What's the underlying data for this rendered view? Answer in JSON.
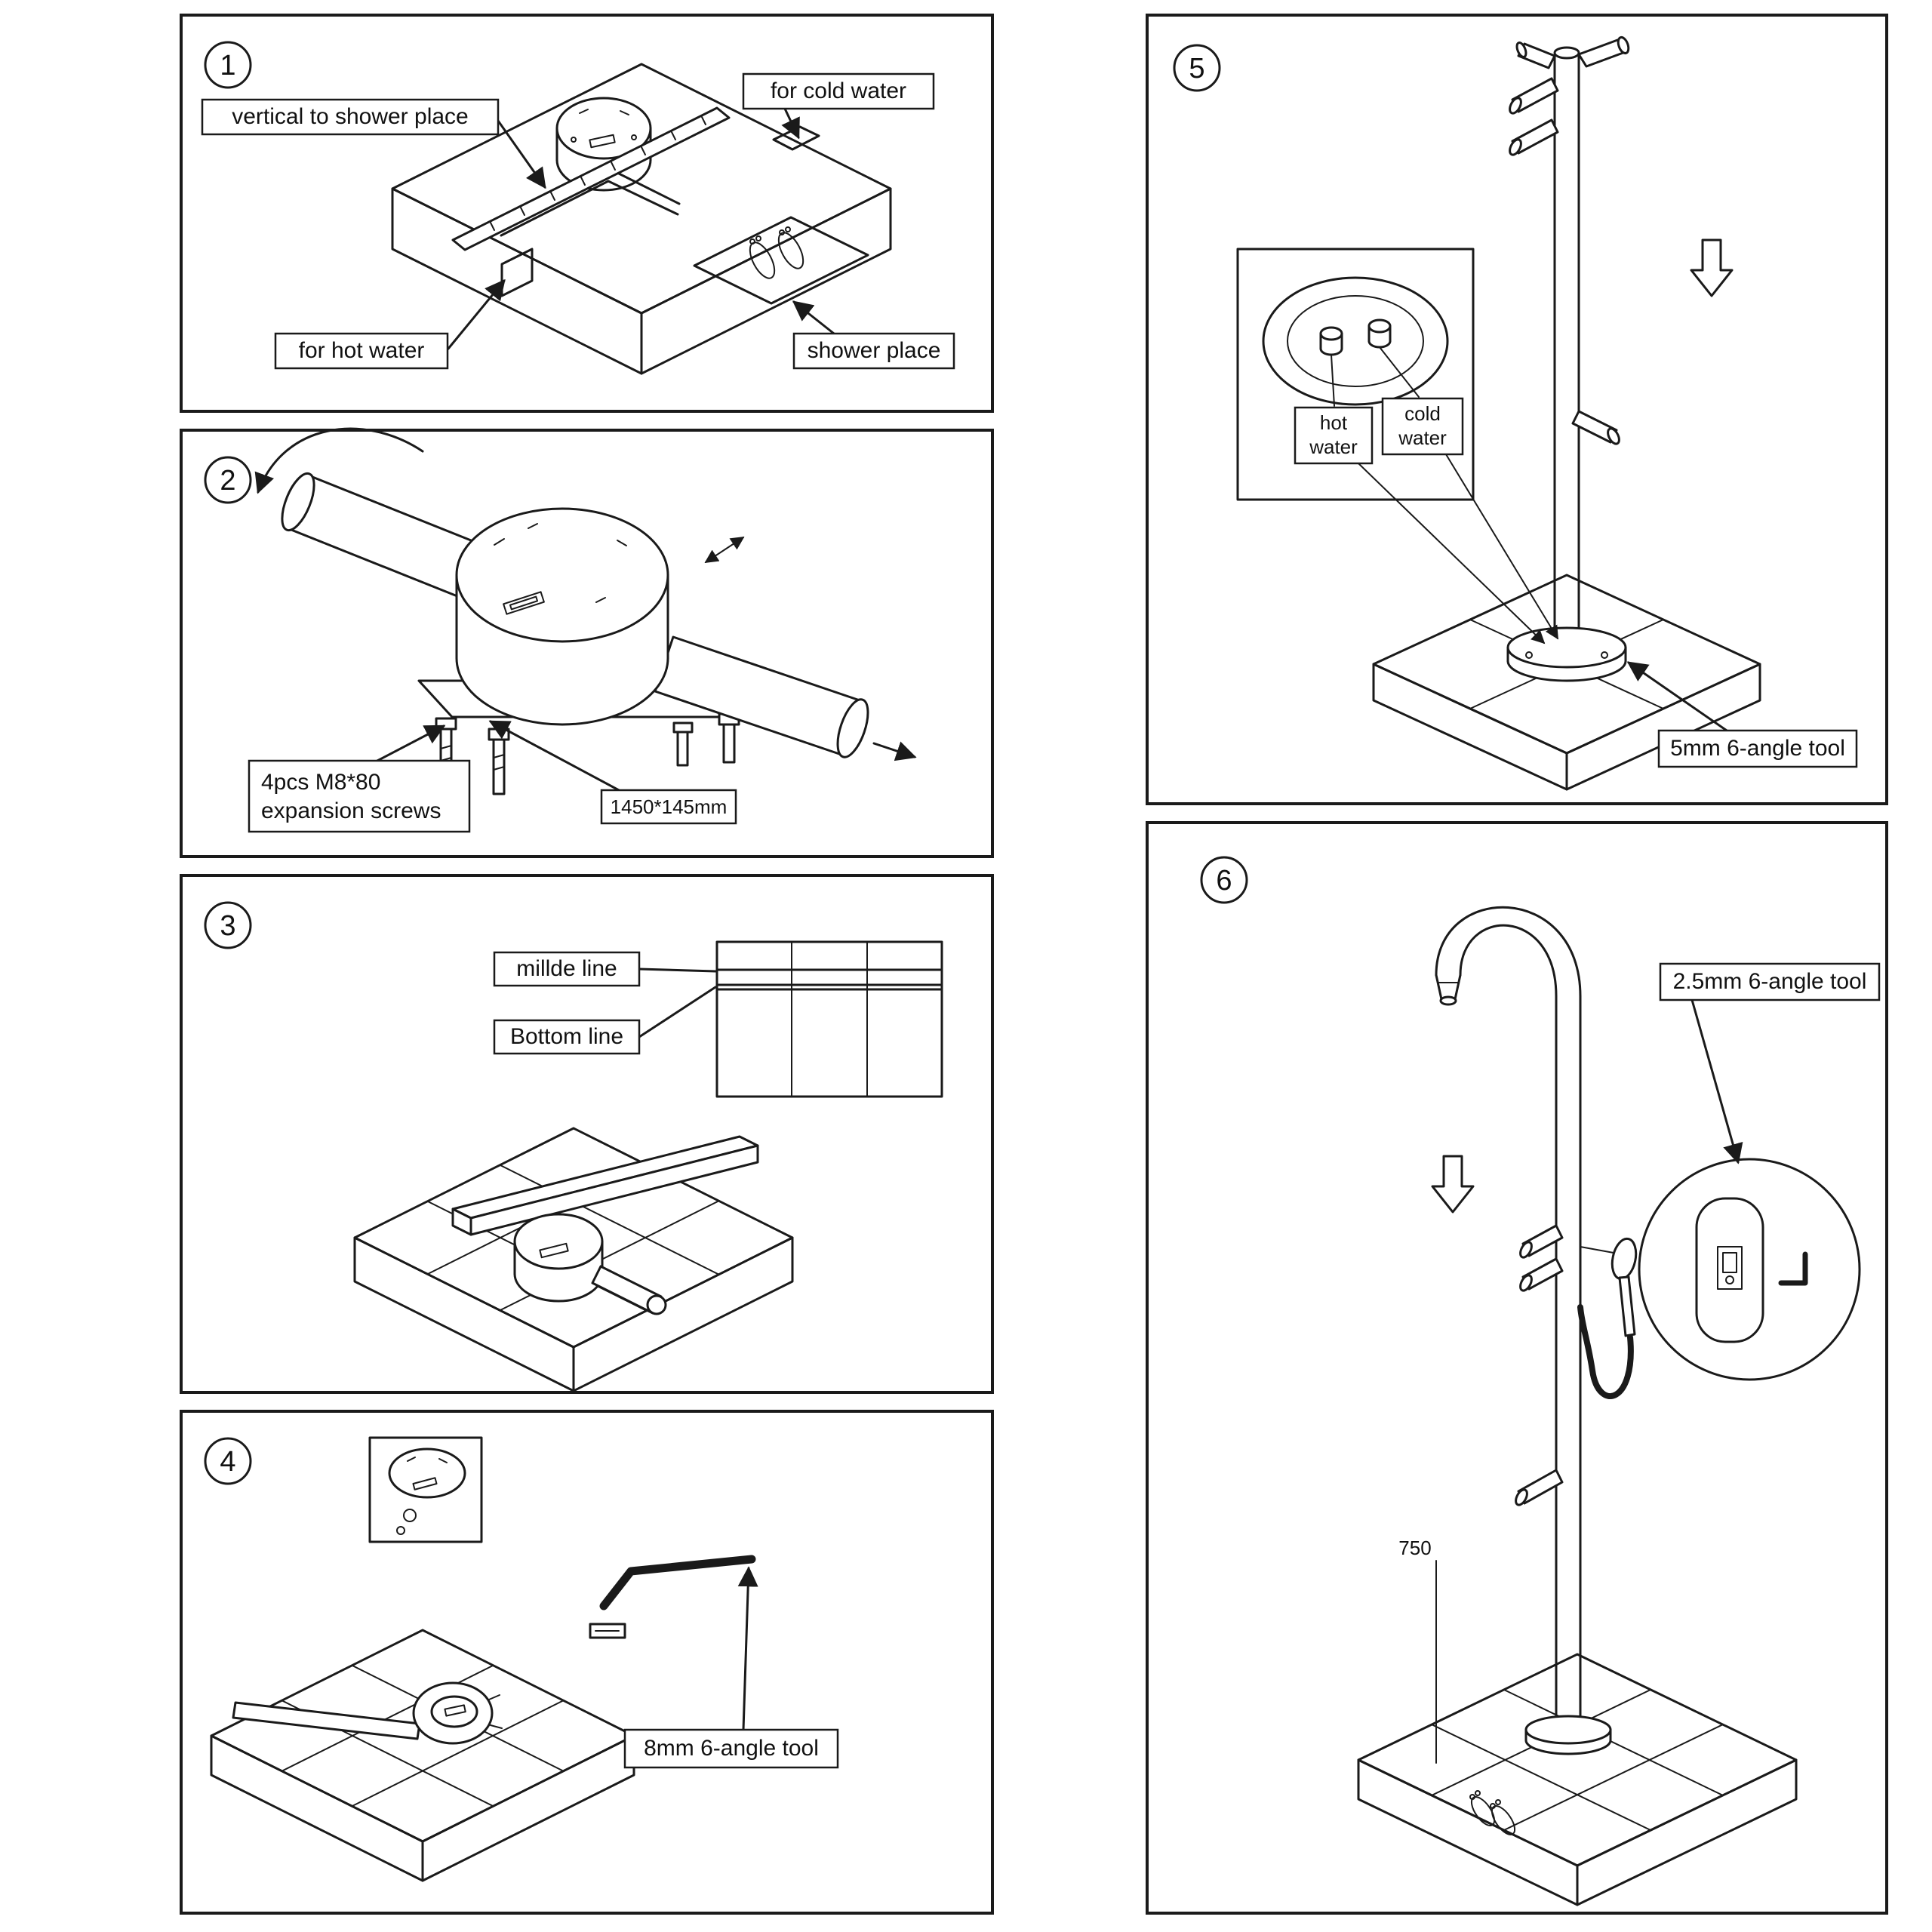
{
  "panels": {
    "p1": {
      "number": "1",
      "labels": {
        "vertical": "vertical to shower place",
        "cold": "for cold water",
        "hot": "for hot water",
        "place": "shower place"
      }
    },
    "p2": {
      "number": "2",
      "labels": {
        "screws1": "4pcs M8*80",
        "screws2": "expansion screws",
        "dim": "1450*145mm"
      }
    },
    "p3": {
      "number": "3",
      "labels": {
        "middle": "millde line",
        "bottom": "Bottom line"
      }
    },
    "p4": {
      "number": "4",
      "labels": {
        "tool": "8mm 6-angle tool"
      }
    },
    "p5": {
      "number": "5",
      "labels": {
        "hot1": "hot",
        "hot2": "water",
        "cold1": "cold",
        "cold2": "water",
        "tool": "5mm 6-angle tool"
      }
    },
    "p6": {
      "number": "6",
      "labels": {
        "tool": "2.5mm 6-angle tool",
        "dim": "750"
      }
    }
  }
}
